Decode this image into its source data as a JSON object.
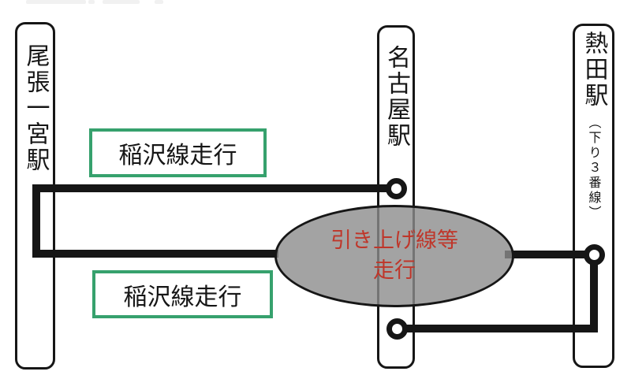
{
  "stations": [
    {
      "name": "尾張一宮駅",
      "note": ""
    },
    {
      "name": "名古屋駅",
      "note": ""
    },
    {
      "name": "熱田駅",
      "note": "（下り３番線）"
    }
  ],
  "route_labels": {
    "upper_segment": "稲沢線走行",
    "lower_segment": "稲沢線走行",
    "ellipse_line1": "引き上げ線等",
    "ellipse_line2": "走行"
  },
  "colors": {
    "line": "#161616",
    "green_border": "#36a16d",
    "ellipse_fill": "rgba(140,140,140,0.8)",
    "ellipse_text": "#bf362a",
    "station_fill": "#ffffff"
  }
}
